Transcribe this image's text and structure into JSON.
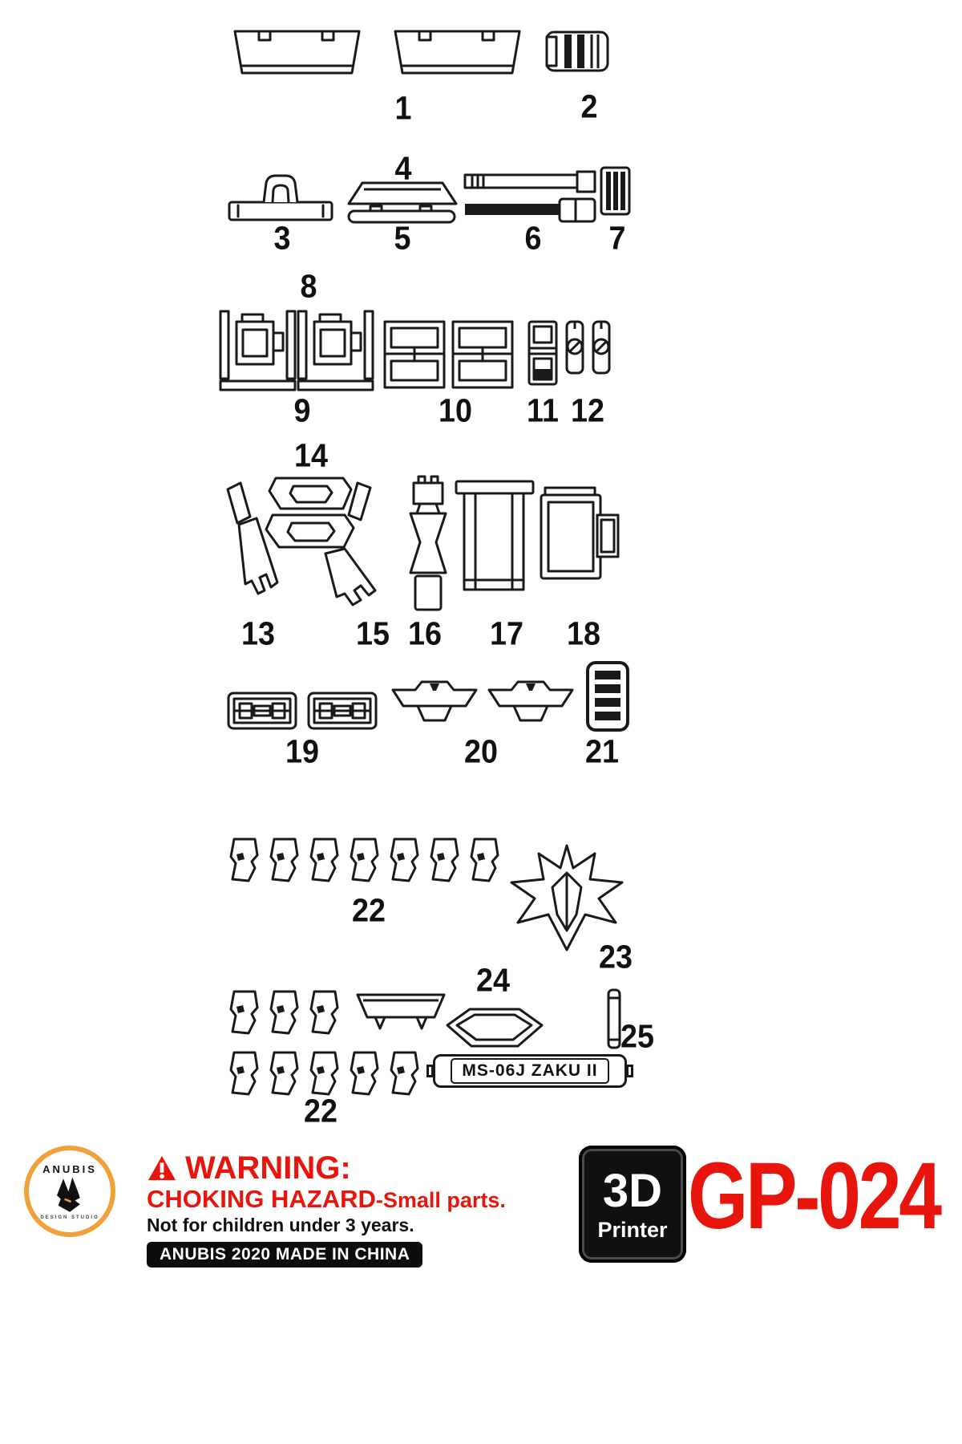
{
  "sheet": {
    "kind": "3d-print parts diagram",
    "nameplate_text": "MS-06J ZAKU II"
  },
  "part_labels": {
    "n1": "1",
    "n2": "2",
    "n3": "3",
    "n4": "4",
    "n5": "5",
    "n6": "6",
    "n7": "7",
    "n8": "8",
    "n9": "9",
    "n10": "10",
    "n11": "11",
    "n12": "12",
    "n13": "13",
    "n14": "14",
    "n15": "15",
    "n16": "16",
    "n17": "17",
    "n18": "18",
    "n19": "19",
    "n20": "20",
    "n21": "21",
    "n22a": "22",
    "n22b": "22",
    "n23": "23",
    "n24": "24",
    "n25": "25"
  },
  "footer": {
    "logo": {
      "brand": "ANUBIS",
      "subtitle": "DESIGN STUDIO"
    },
    "warning": {
      "title": "WARNING:",
      "hazard": "CHOKING HAZARD",
      "hazard_suffix": "-Small parts.",
      "age_note": "Not for children under 3 years.",
      "made_in": "ANUBIS 2020 MADE IN CHINA"
    },
    "badge_3d": {
      "line1": "3D",
      "line2": "Printer"
    },
    "product_code": "GP-024"
  },
  "colors": {
    "line": "#1a1a1a",
    "warning_red": "#e8150d",
    "logo_orange": "#f0a13a",
    "badge_black": "#111111"
  }
}
